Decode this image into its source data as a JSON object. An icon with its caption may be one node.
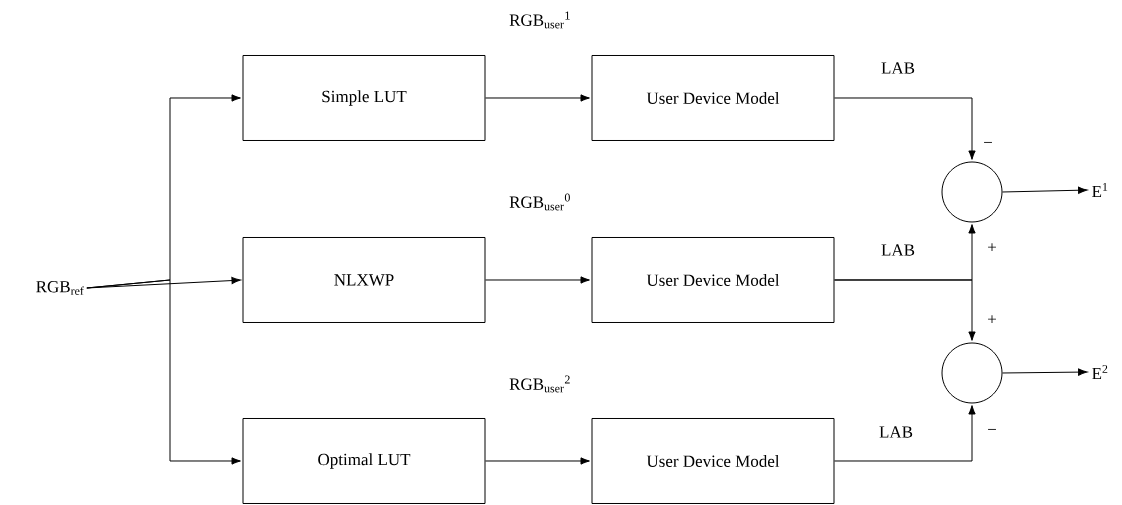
{
  "diagram": {
    "nodes": [
      {
        "text": [
          "RGB$_{ref}$"
        ]
      },
      {
        "text": [
          "Simple LUT"
        ]
      },
      {
        "text": [
          "NLXWP"
        ]
      },
      {
        "text": [
          "Optimal LUT"
        ]
      },
      {
        "text": [
          "User Device Model"
        ]
      },
      {
        "text": [
          "User Device Model"
        ]
      },
      {
        "text": [
          "User Device Model"
        ]
      },
      {
        "text": [],
        "shape": "circle"
      },
      {
        "text": [],
        "shape": "circle"
      },
      {
        "text": [
          "E$^{1}$"
        ]
      },
      {
        "text": [
          "E$^{2}$"
        ]
      }
    ],
    "edges": [
      {
        "from": 0,
        "to": 1,
        "arrow": "to"
      },
      {
        "from": 0,
        "to": 2,
        "arrow": "to"
      },
      {
        "from": 0,
        "to": 3,
        "arrow": "to"
      },
      {
        "from": 1,
        "to": 4,
        "arrow": "to",
        "label": "RGB$_{user}$$^{1}$"
      },
      {
        "from": 2,
        "to": 5,
        "arrow": "to",
        "label": "RGB$_{user}$$^{0}$"
      },
      {
        "from": 3,
        "to": 6,
        "arrow": "to",
        "label": "RGB$_{user}$$^{2}$"
      },
      {
        "from": 4,
        "to": 7,
        "arrow": "to",
        "label": "LAB"
      },
      {
        "from": 5,
        "to": 7,
        "arrow": "to",
        "label": "LAB"
      },
      {
        "from": 5,
        "to": 8,
        "arrow": "to"
      },
      {
        "from": 6,
        "to": 8,
        "arrow": "to",
        "label": "LAB"
      },
      {
        "from": 7,
        "to": 9,
        "arrow": "to"
      },
      {
        "from": 8,
        "to": 10,
        "arrow": "to"
      }
    ],
    "labels": [
      "−",
      "+",
      "+",
      "−"
    ]
  }
}
